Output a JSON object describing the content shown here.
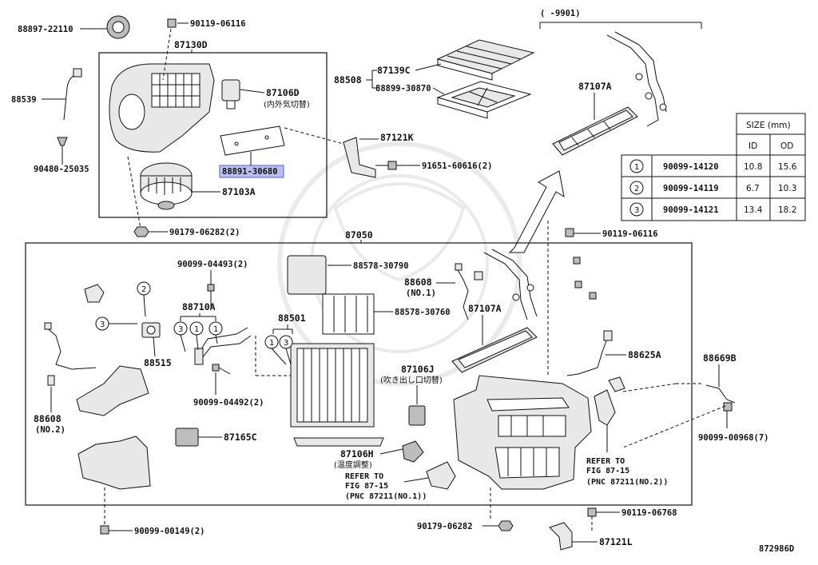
{
  "labels": {
    "p88897_22110": "88897-22110",
    "p90119_06116_top": "90119-06116",
    "p87130D": "87130D",
    "p88539": "88539",
    "p87106D": "87106D",
    "p87106D_note": "(内外気切替)",
    "p88891_30680": "88891-30680",
    "p87103A": "87103A",
    "p90480_25035": "90480-25035",
    "p90179_06282_2": "90179-06282(2)",
    "p88508": "88508",
    "p87139C": "87139C",
    "p88899_30870": "88899-30870",
    "p87121K": "87121K",
    "p91651_60616": "91651-60616(2)",
    "p9901": "(   -9901)",
    "p87107A_top": "87107A",
    "p90119_06116_mid": "90119-06116",
    "p87050": "87050",
    "p90099_04493": "90099-04493(2)",
    "p88578_30790": "88578-30790",
    "p88608_no1": "88608",
    "p88608_no1_note": "(NO.1)",
    "p88710A": "88710A",
    "p88578_30760": "88578-30760",
    "p87107A_mid": "87107A",
    "p88501": "88501",
    "p88515": "88515",
    "p88625A": "88625A",
    "p88669B": "88669B",
    "p87106J": "87106J",
    "p87106J_note": "(吹き出し口切替)",
    "p90099_04492": "90099-04492(2)",
    "p88608_no2": "88608",
    "p88608_no2_note": "(NO.2)",
    "p87165C": "87165C",
    "p90099_00968": "90099-00968(7)",
    "p87106H": "87106H",
    "p87106H_note": "(温度調整)",
    "ref1_a": "REFER TO",
    "ref1_b": "FIG 87-15",
    "ref1_c": "(PNC 87211(NO.1))",
    "ref2_a": "REFER TO",
    "ref2_b": "FIG 87-15",
    "ref2_c": "(PNC 87211(NO.2))",
    "p90119_06768": "90119-06768",
    "p90179_06282": "90179-06282",
    "p87121L": "87121L",
    "p90099_00149": "90099-00149(2)",
    "diagram_id": "872986D"
  },
  "size_table": {
    "title": "SIZE (mm)",
    "col_id": "ID",
    "col_od": "OD",
    "rows": [
      {
        "num": "1",
        "part": "90099-14120",
        "id": "10.8",
        "od": "15.6"
      },
      {
        "num": "2",
        "part": "90099-14119",
        "id": "6.7",
        "od": "10.3"
      },
      {
        "num": "3",
        "part": "90099-14121",
        "id": "13.4",
        "od": "18.2"
      }
    ]
  },
  "circle_marks": {
    "c1": "1",
    "c2": "2",
    "c3": "3"
  },
  "colors": {
    "highlight": "#b9bff0",
    "line": "#111111"
  }
}
